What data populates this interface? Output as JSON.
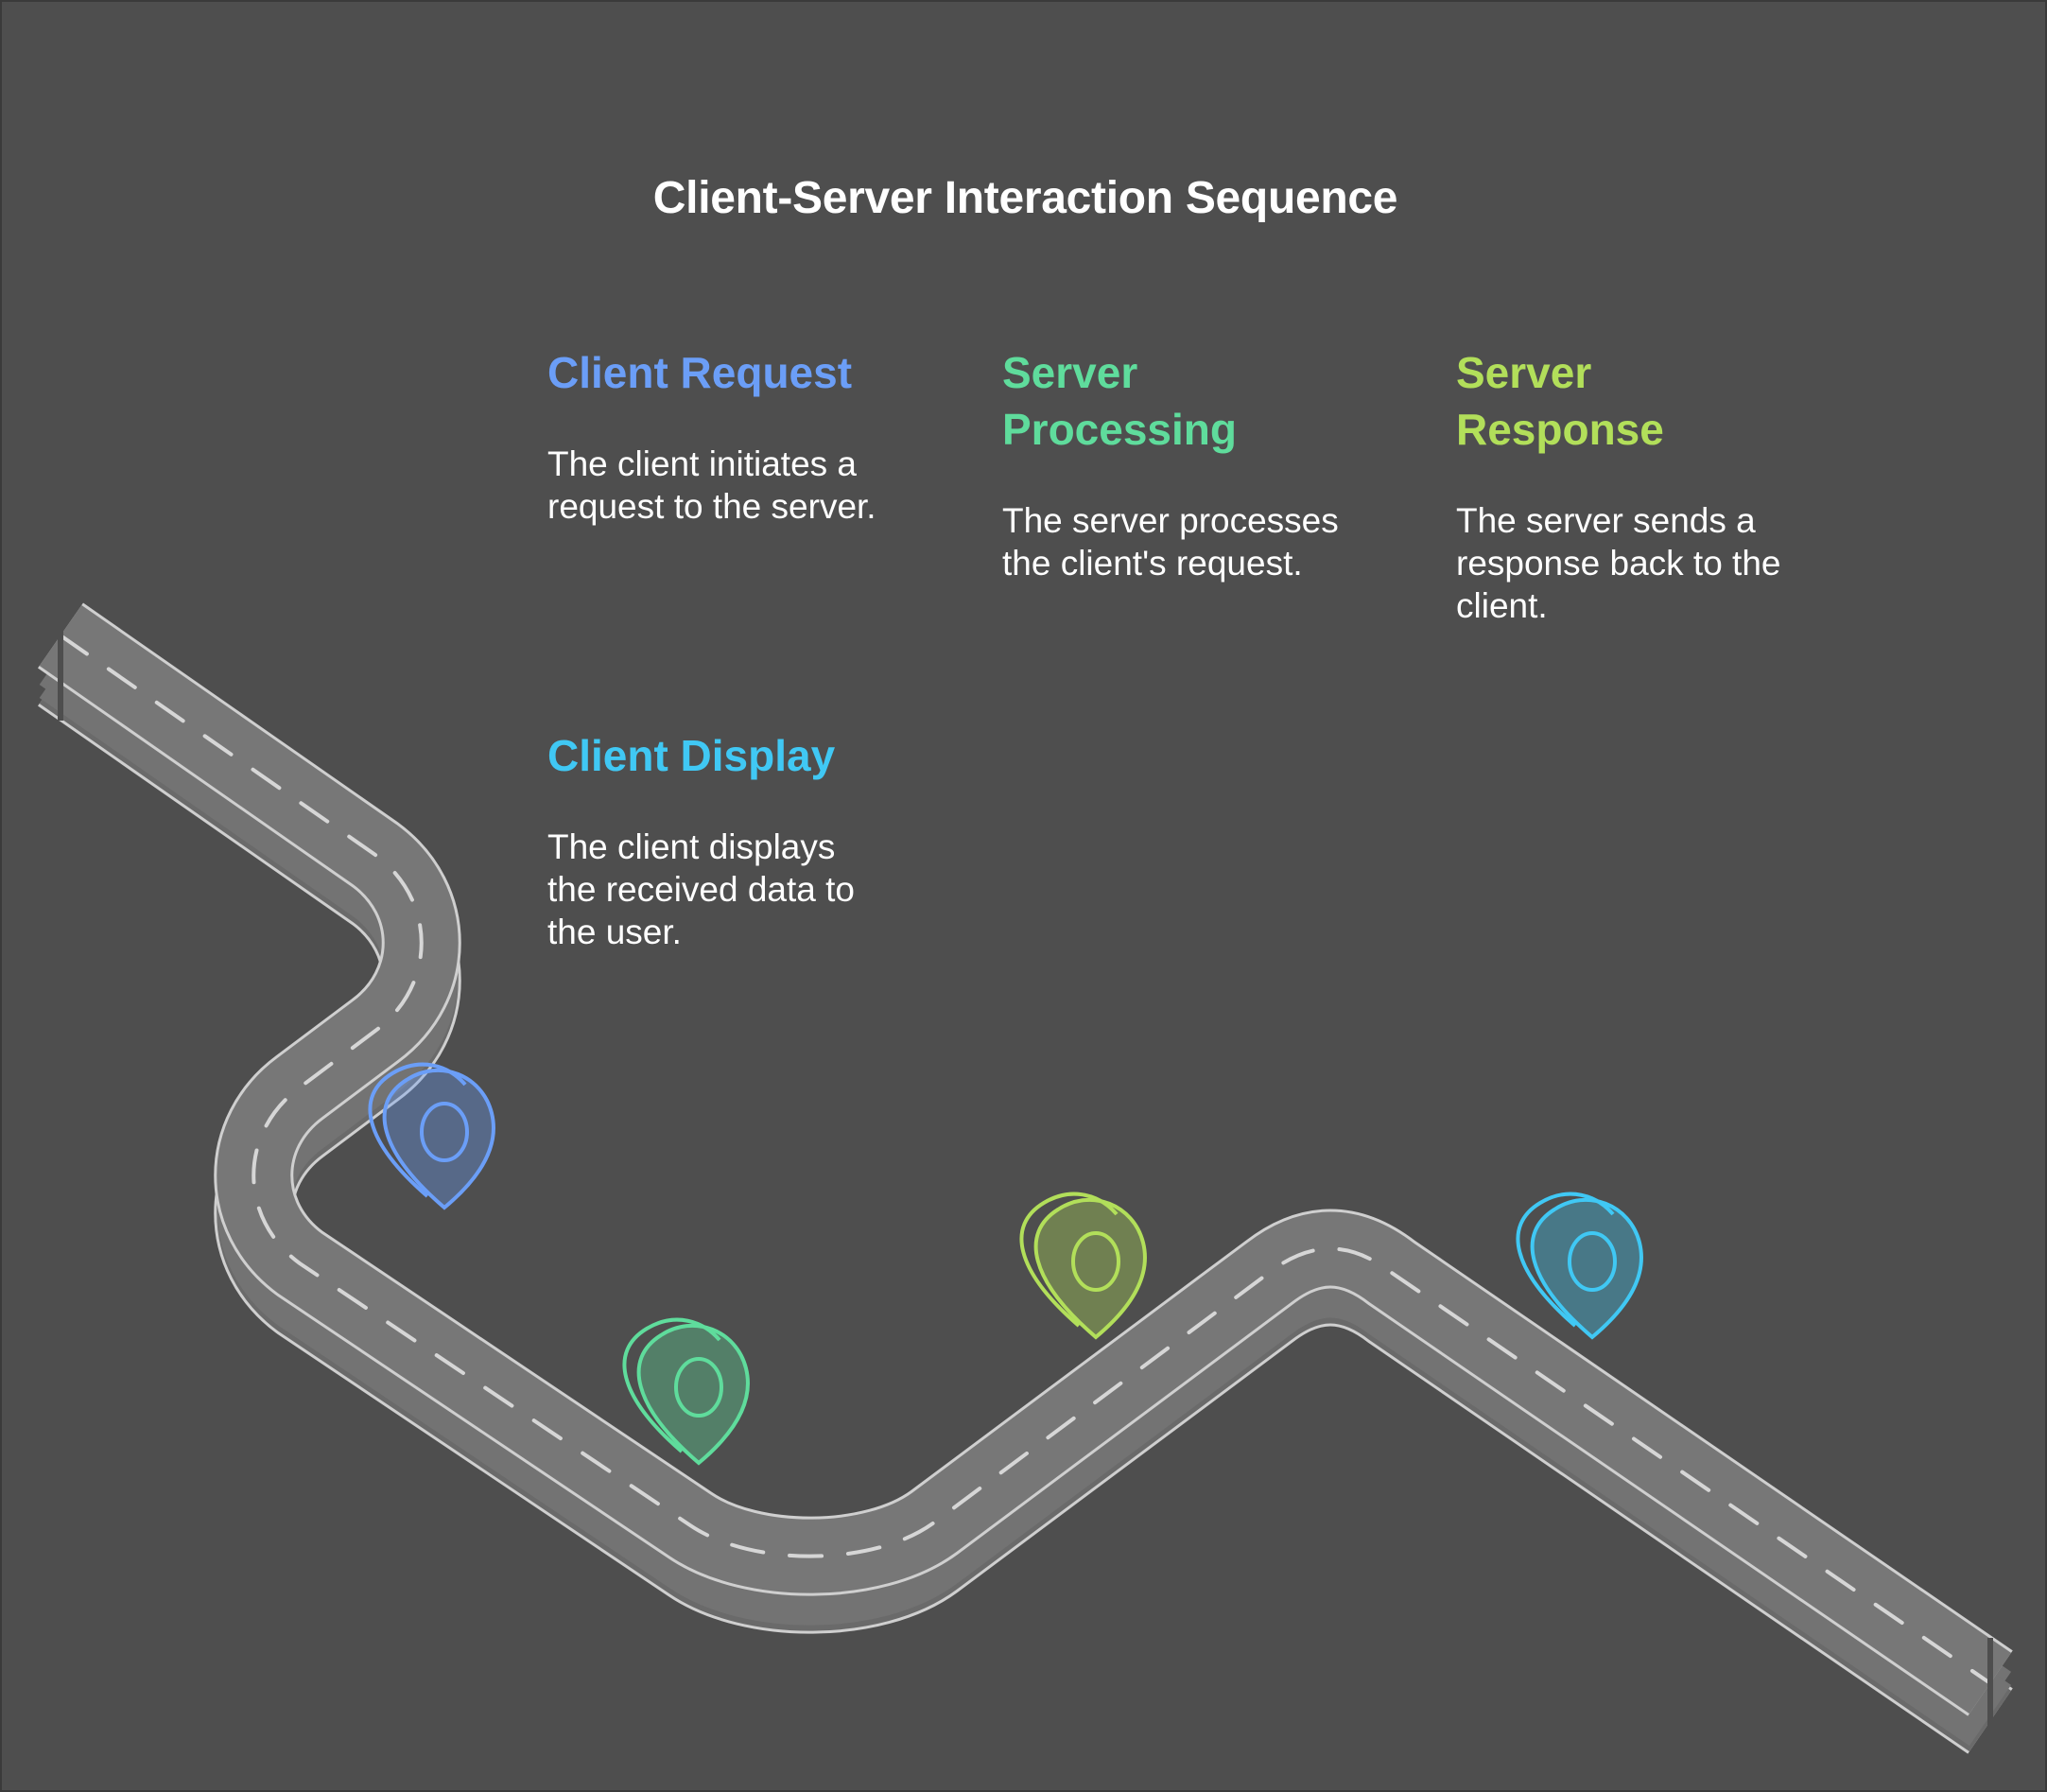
{
  "title": "Client-Server Interaction Sequence",
  "steps": [
    {
      "heading": "Client Request",
      "description": "The client initiates a request to the server.",
      "color": "#6b9ef7",
      "marker_icon": "map-pin-icon"
    },
    {
      "heading": "Server Processing",
      "description": "The server processes the client's request.",
      "color": "#5fdc9c",
      "marker_icon": "map-pin-icon"
    },
    {
      "heading": "Server Response",
      "description": "The server sends a response back to the client.",
      "color": "#b2df5a",
      "marker_icon": "map-pin-icon"
    },
    {
      "heading": "Client Display",
      "description": "The client displays the received data to the user.",
      "color": "#40c8f4",
      "marker_icon": "map-pin-icon"
    }
  ],
  "colors": {
    "background": "#4e4e4e",
    "road_fill": "#737373",
    "road_edge": "#cfcfcf",
    "title": "#ffffff"
  }
}
